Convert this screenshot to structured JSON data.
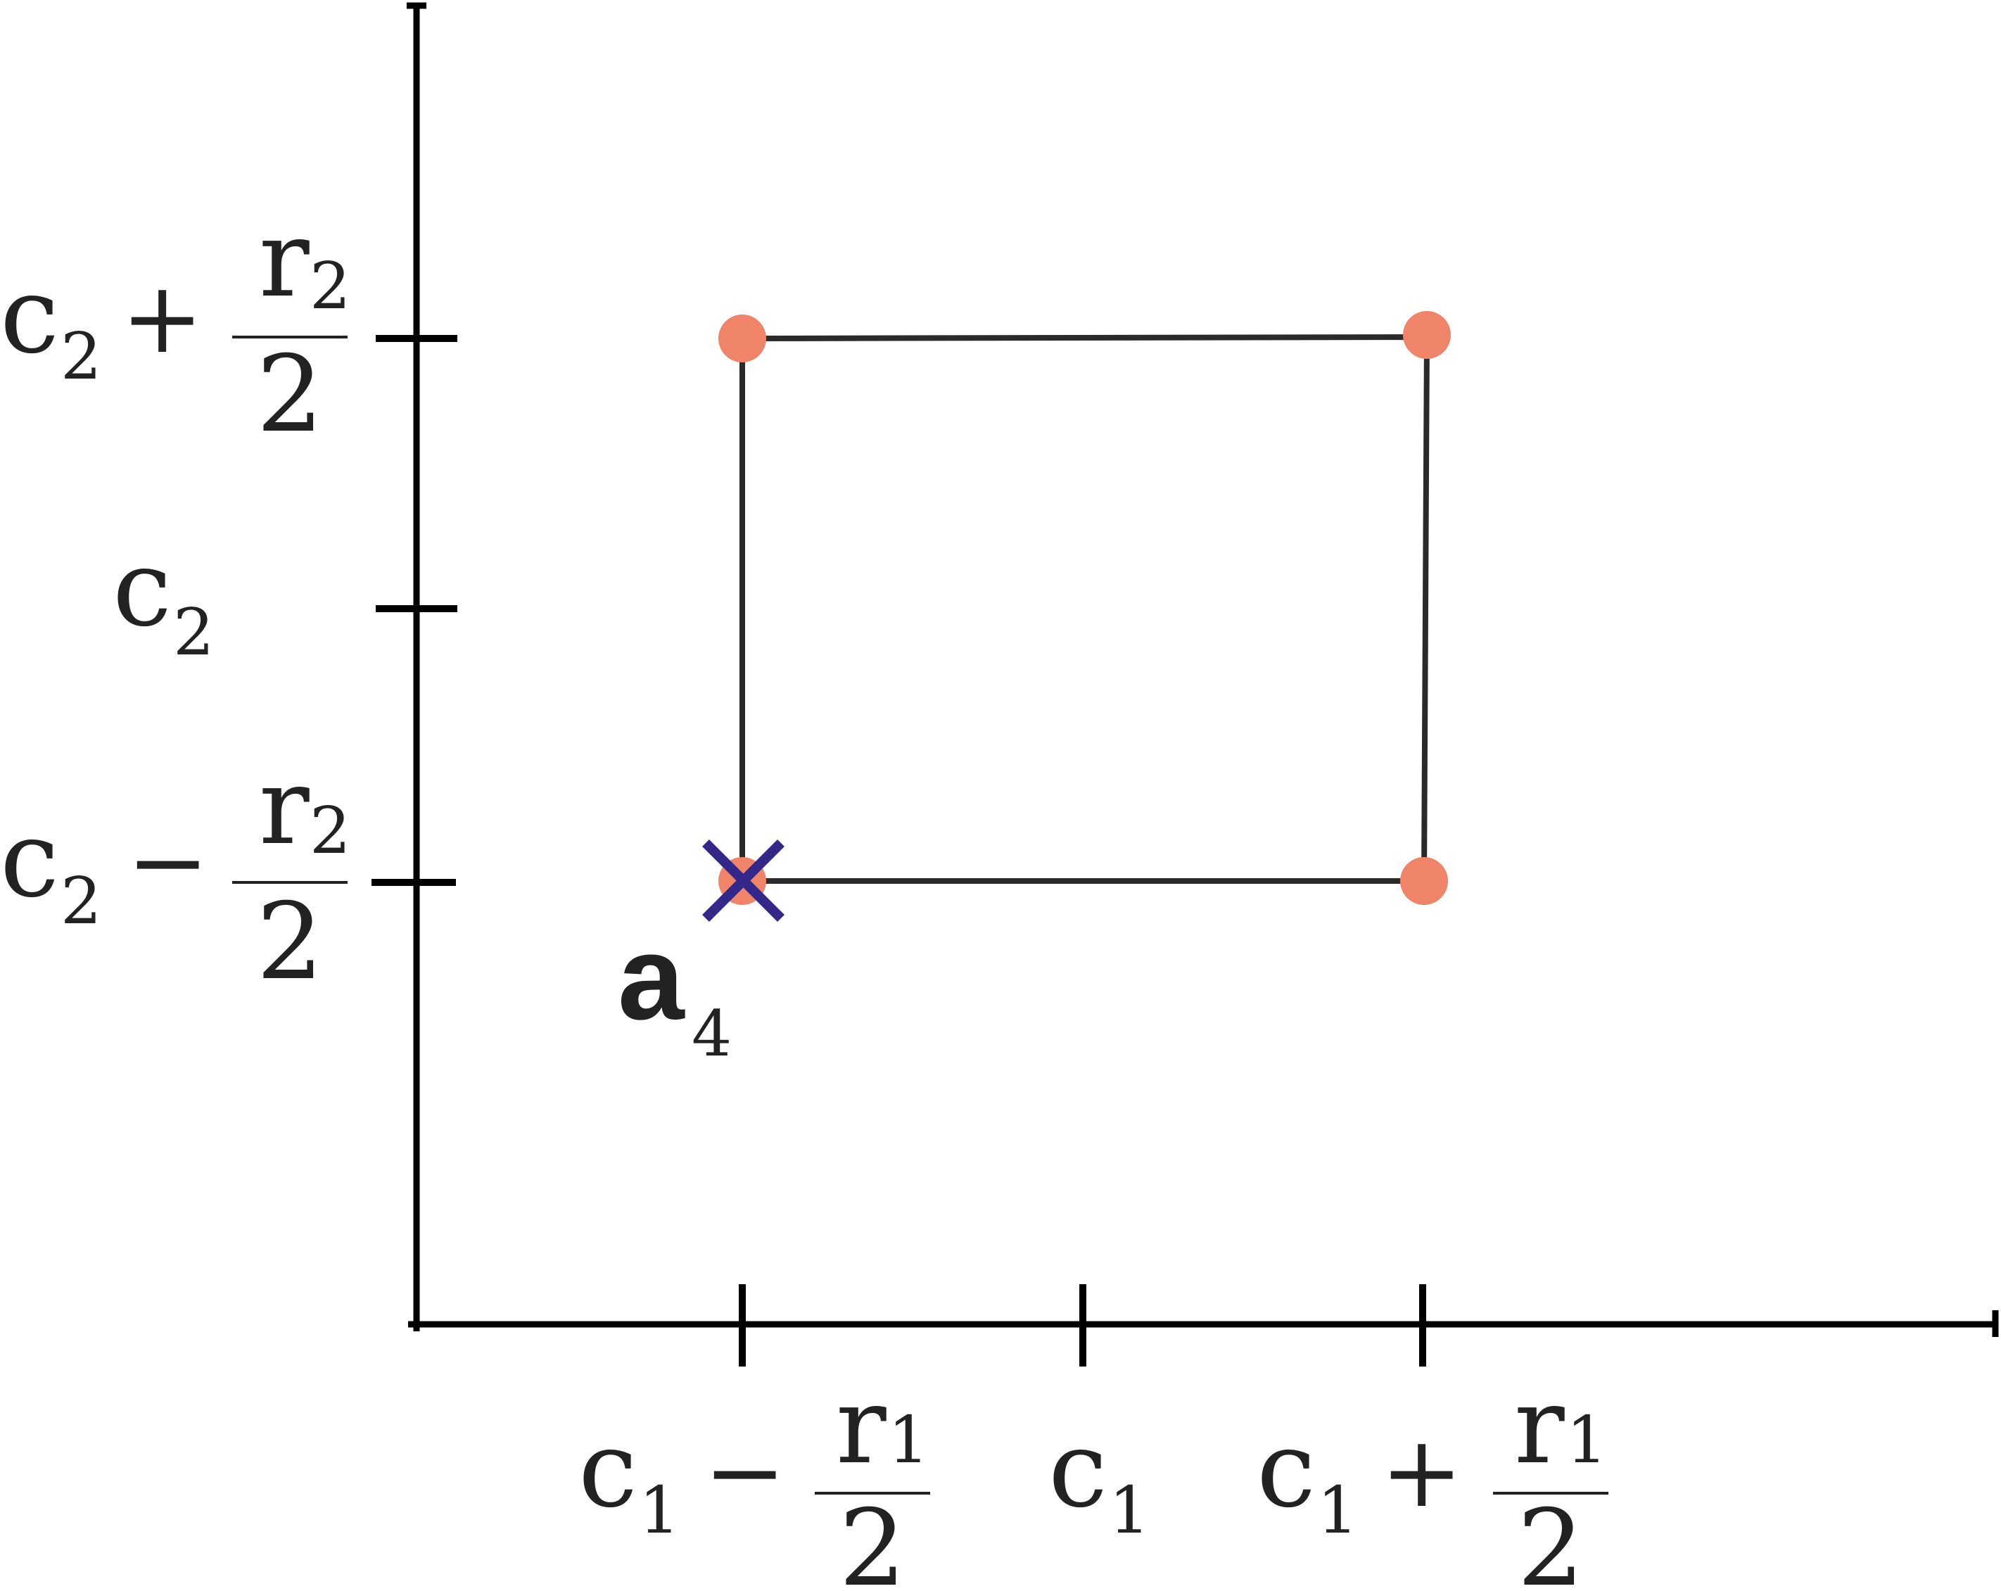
{
  "colors": {
    "axis": "#000000",
    "rectangle": "#2a2a2a",
    "corner_point": "#ef8468",
    "cross_marker": "#33288a",
    "text": "#222222"
  },
  "x_ticks": [
    {
      "base": "c",
      "sub": "1",
      "op": "−",
      "num": "r",
      "num_sub": "1",
      "den": "2"
    },
    {
      "base": "c",
      "sub": "1"
    },
    {
      "base": "c",
      "sub": "1",
      "op": "+",
      "num": "r",
      "num_sub": "1",
      "den": "2"
    }
  ],
  "y_ticks": [
    {
      "base": "c",
      "sub": "2",
      "op": "+",
      "num": "r",
      "num_sub": "2",
      "den": "2"
    },
    {
      "base": "c",
      "sub": "2"
    },
    {
      "base": "c",
      "sub": "2",
      "op": "−",
      "num": "r",
      "num_sub": "2",
      "den": "2"
    }
  ],
  "point_label": {
    "base": "a",
    "sub": "4"
  },
  "icons": {
    "corner": "filled-circle",
    "marker": "x-cross"
  }
}
